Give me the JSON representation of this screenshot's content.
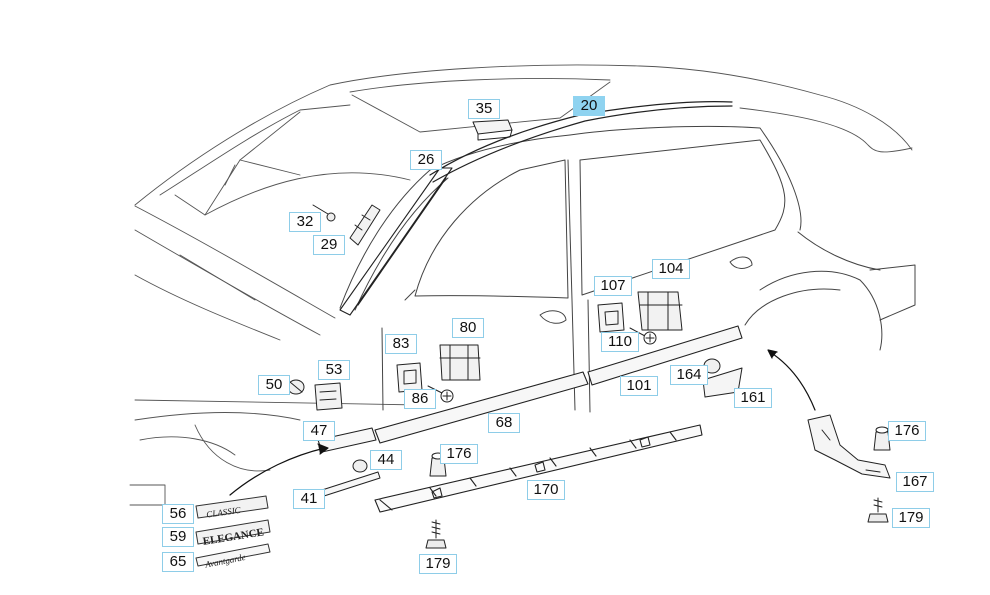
{
  "diagram": {
    "highlight_color": "#8fd3f0",
    "callouts": {
      "p20": "20",
      "p35": "35",
      "p26": "26",
      "p32": "32",
      "p29": "29",
      "p107": "107",
      "p104": "104",
      "p80": "80",
      "p83": "83",
      "p110": "110",
      "p50": "50",
      "p53": "53",
      "p86": "86",
      "p101": "101",
      "p164": "164",
      "p161": "161",
      "p47": "47",
      "p68": "68",
      "p44": "44",
      "p176a": "176",
      "p176b": "176",
      "p170": "170",
      "p41": "41",
      "p167": "167",
      "p56": "56",
      "p59": "59",
      "p65": "65",
      "p179a": "179",
      "p179b": "179"
    },
    "badges": {
      "classic": "CLASSIC",
      "elegance": "ELEGANCE",
      "avantgarde": "Avantgarde"
    }
  }
}
